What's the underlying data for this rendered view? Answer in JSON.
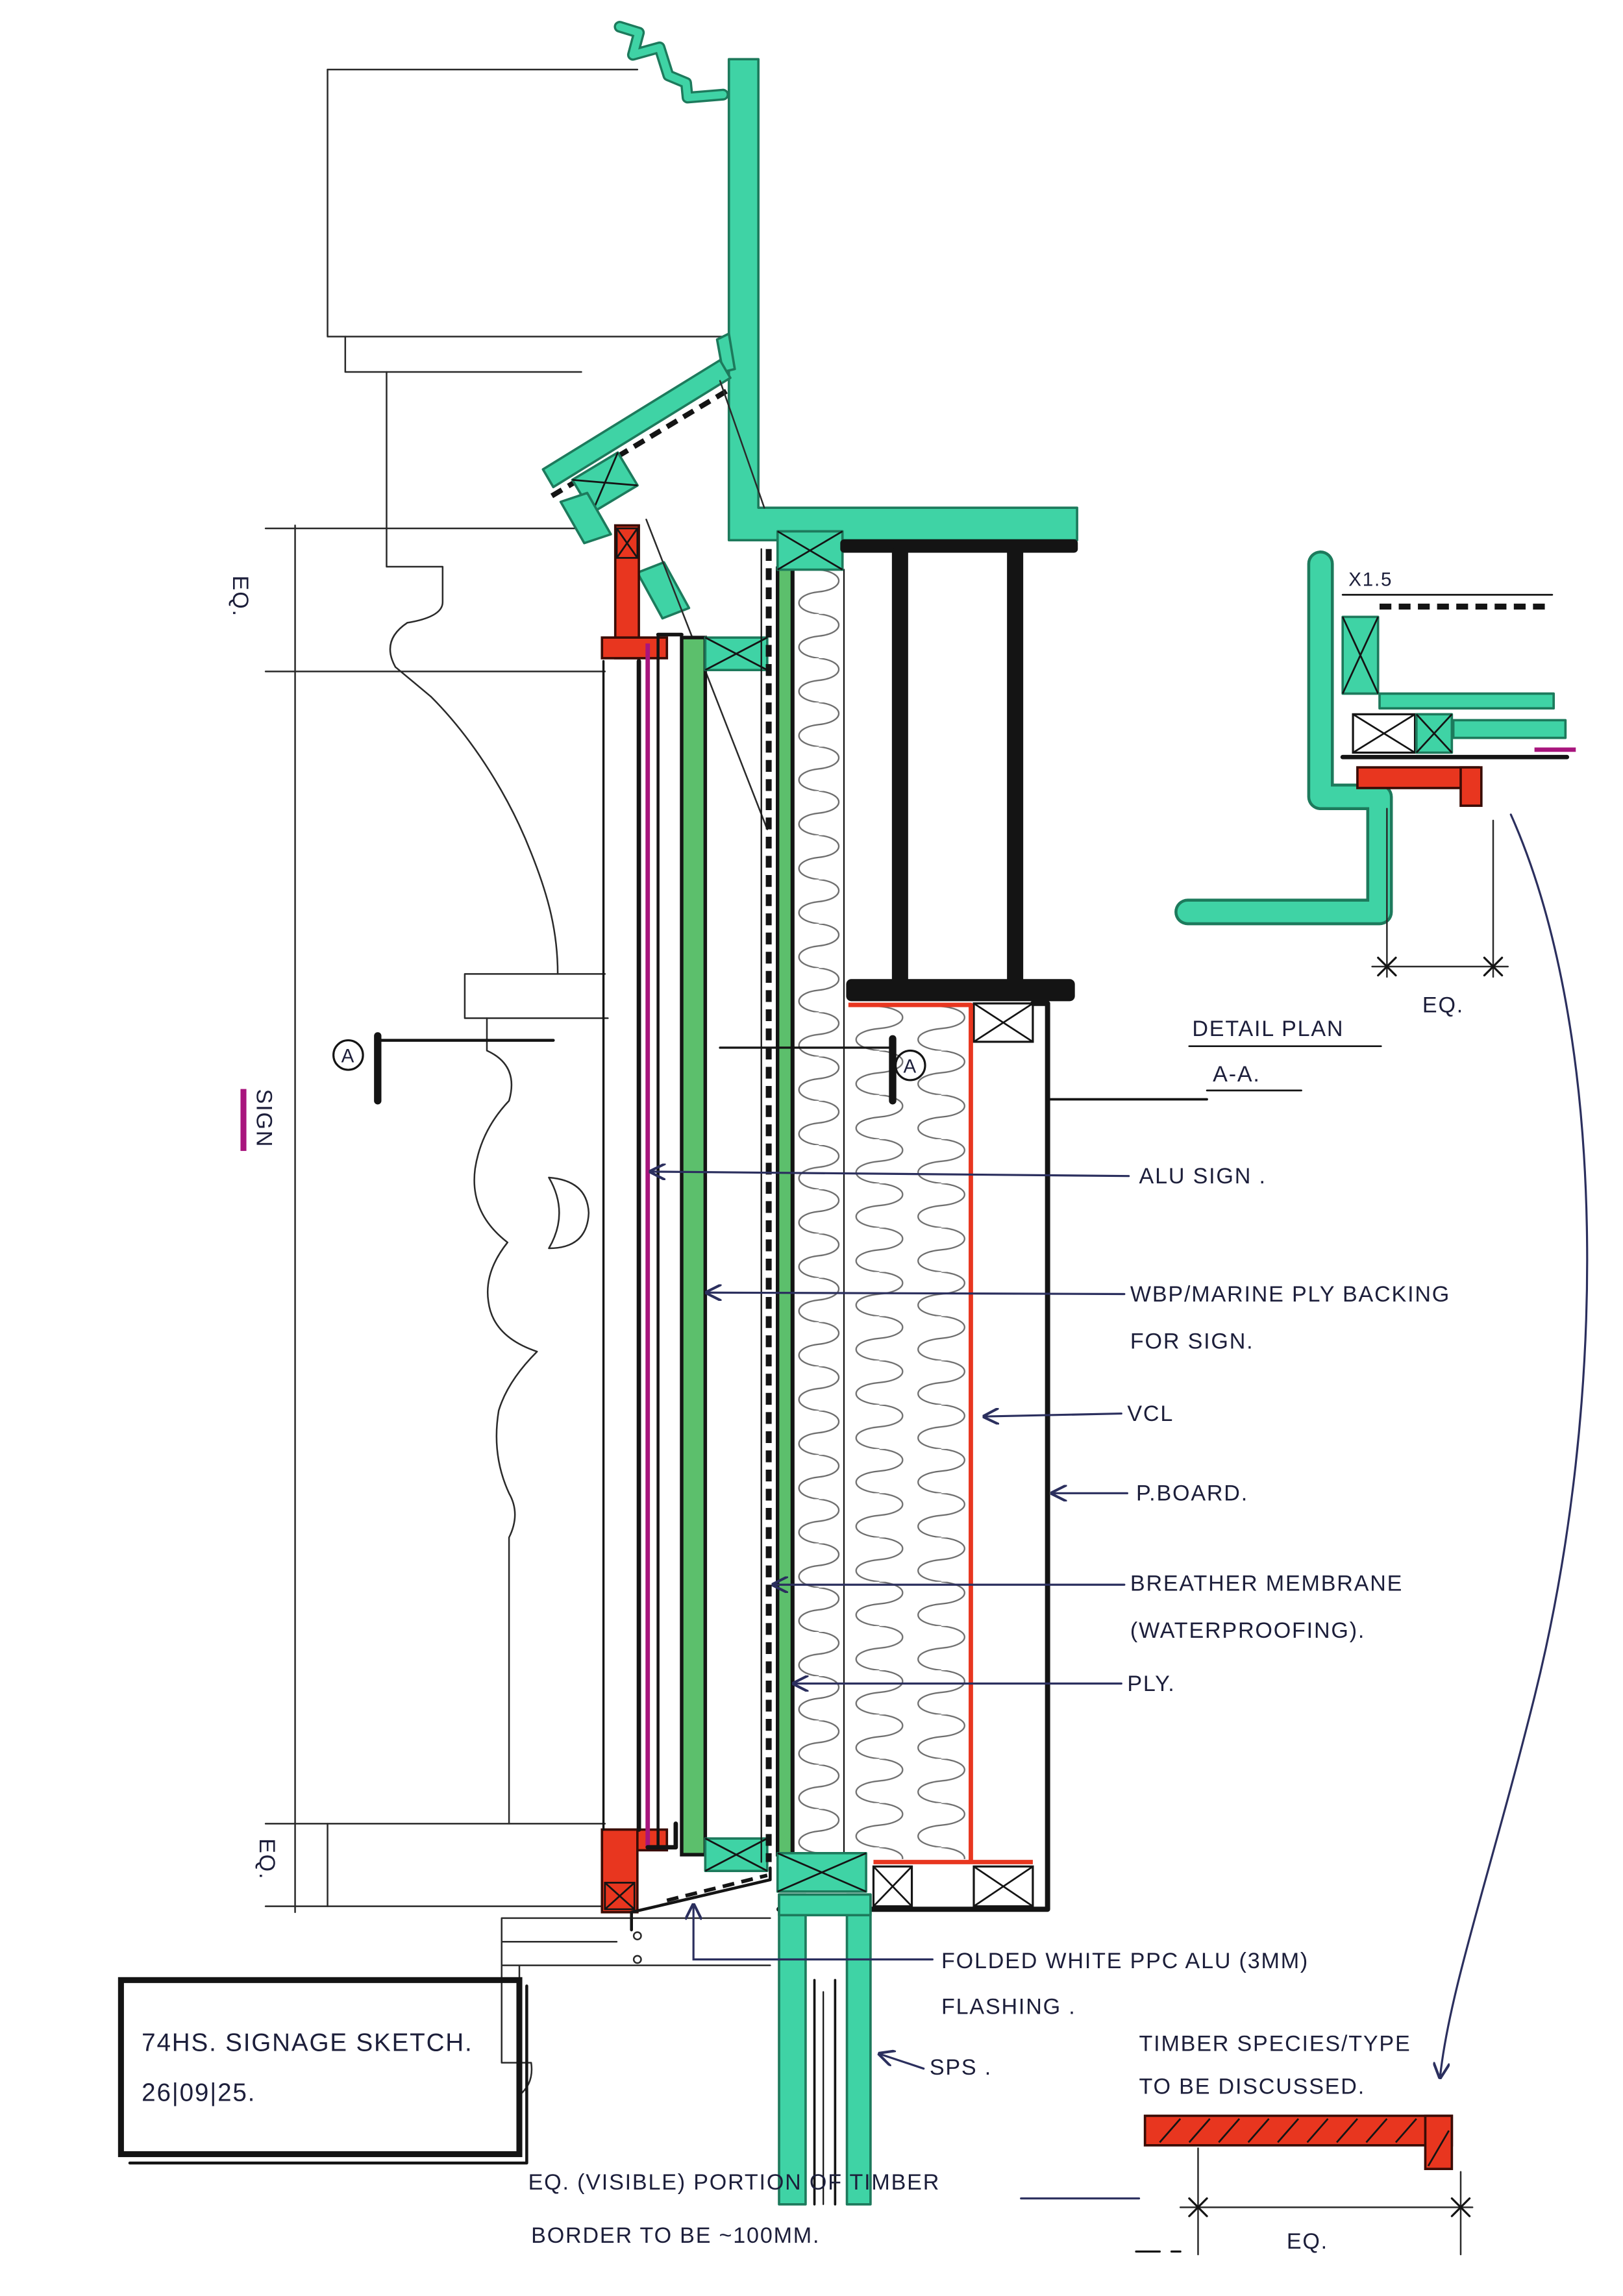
{
  "title_block": {
    "title": "74HS. SIGNAGE SKETCH.",
    "date": "26|09|25."
  },
  "elevation": {
    "dim_top": "EQ.",
    "dim_sign": "SIGN",
    "dim_bottom": "EQ.",
    "section_marker_left": "A",
    "section_marker_right": "A"
  },
  "callouts": {
    "alu_sign": "ALU SIGN .",
    "ply_backing": [
      "WBP/MARINE PLY BACKING",
      "FOR SIGN."
    ],
    "vcl": "VCL",
    "plasterboard": "P.BOARD.",
    "breather_membrane": [
      "BREATHER MEMBRANE",
      "(WATERPROOFING)."
    ],
    "ply": "PLY.",
    "flashing": [
      "FOLDED WHITE PPC ALU (3MM)",
      "FLASHING ."
    ],
    "sps": "SPS ."
  },
  "detail_plan": {
    "title": "DETAIL PLAN",
    "section": "A-A.",
    "scale": "X1.5",
    "dimension": "EQ."
  },
  "timber_border": {
    "note": [
      "TIMBER SPECIES/TYPE",
      "TO BE DISCUSSED."
    ],
    "dimension": "EQ."
  },
  "footnote": [
    "EQ. (VISIBLE) PORTION OF TIMBER",
    "BORDER TO BE ~100MM."
  ],
  "colors": {
    "ink": "#1c1e3a",
    "teal": "#3fd3a5",
    "teal_outline": "#1d7a5c",
    "ply_green": "#5cbf6c",
    "timber_red": "#e8361f",
    "sign_magenta": "#a8157d",
    "leader": "#2b2f5e"
  }
}
